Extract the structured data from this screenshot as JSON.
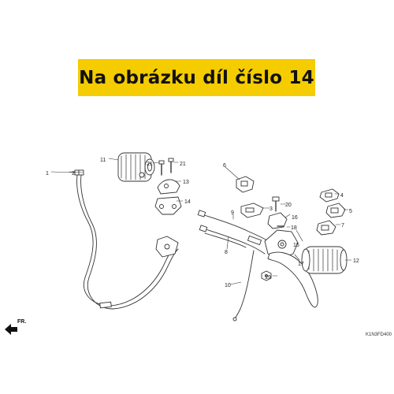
{
  "banner": {
    "text": "Na obrázku díl číslo 14",
    "color": "#f5cc00"
  },
  "diagram": {
    "code": "K1N3FD400",
    "direction": "FR.",
    "callouts": {
      "p1": "1",
      "p2": "2",
      "p3": "3",
      "p4": "4",
      "p5": "5",
      "p6": "6",
      "p7": "7",
      "p8": "8",
      "p9": "9",
      "p10": "10",
      "p11": "11",
      "p12": "12",
      "p13": "13",
      "p14": "14",
      "p15": "15",
      "p16": "16",
      "p17": "17",
      "p18": "18",
      "p19": "19",
      "p20": "20",
      "p21a": "21",
      "p21b": "21"
    }
  }
}
